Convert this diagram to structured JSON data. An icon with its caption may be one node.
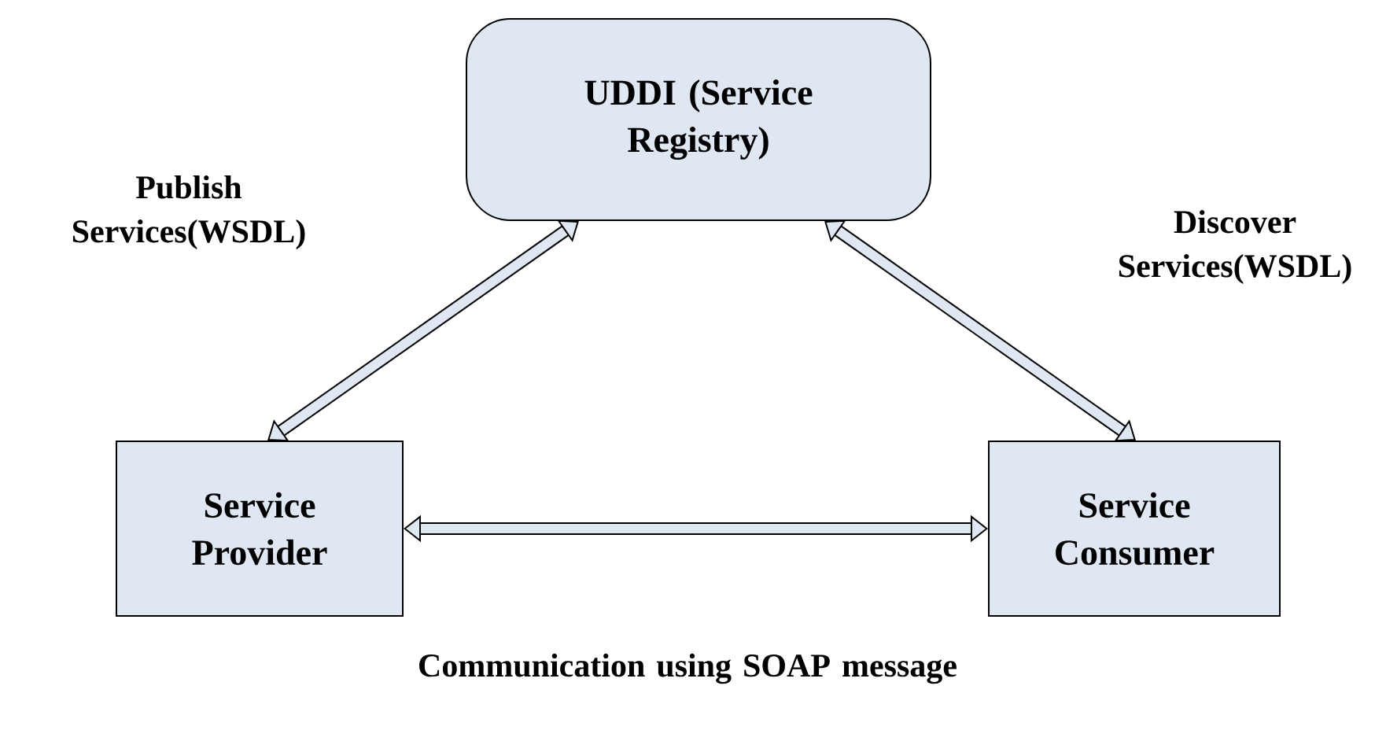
{
  "diagram": {
    "nodes": [
      {
        "text": [
          "UDDI (Service Registry)"
        ]
      },
      {
        "text": [
          "Service Provider"
        ]
      },
      {
        "text": [
          "Service Consumer"
        ]
      }
    ],
    "edges": [
      {
        "from": 1,
        "to": 0,
        "arrow": "both",
        "label": "Publish Services(WSDL)"
      },
      {
        "from": 2,
        "to": 0,
        "arrow": "both",
        "label": "Discover Services(WSDL)"
      },
      {
        "from": 1,
        "to": 2,
        "arrow": "both",
        "label": "Communication using SOAP message"
      }
    ]
  }
}
